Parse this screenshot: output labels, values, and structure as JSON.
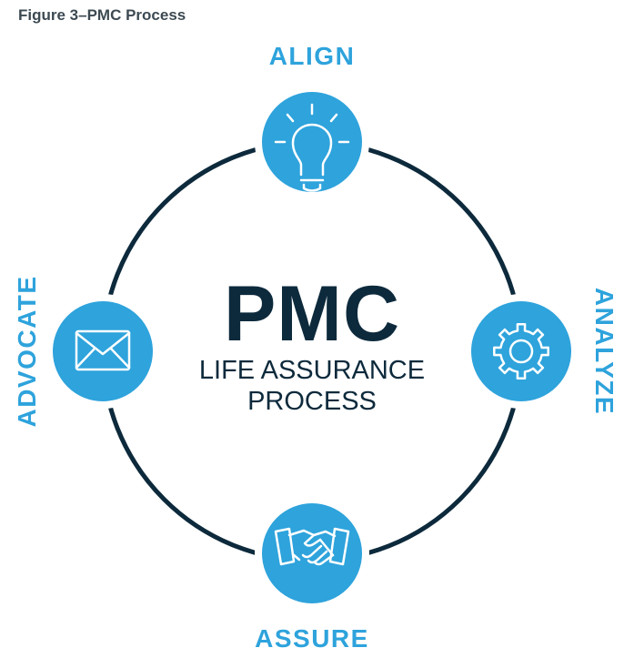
{
  "figure": {
    "caption": "Figure 3–PMC Process"
  },
  "center": {
    "title": "PMC",
    "subtitle_line1": "LIFE ASSURANCE",
    "subtitle_line2": "PROCESS"
  },
  "steps": [
    {
      "id": "align",
      "label": "ALIGN",
      "icon": "lightbulb-icon",
      "position": "top"
    },
    {
      "id": "analyze",
      "label": "ANALYZE",
      "icon": "gear-icon",
      "position": "right"
    },
    {
      "id": "assure",
      "label": "ASSURE",
      "icon": "handshake-icon",
      "position": "bottom"
    },
    {
      "id": "advocate",
      "label": "ADVOCATE",
      "icon": "envelope-icon",
      "position": "left"
    }
  ],
  "colors": {
    "accent": "#2ea3dc",
    "ring": "#0d2a3c",
    "caption": "#3d4a52",
    "icon_stroke": "#ffffff"
  }
}
